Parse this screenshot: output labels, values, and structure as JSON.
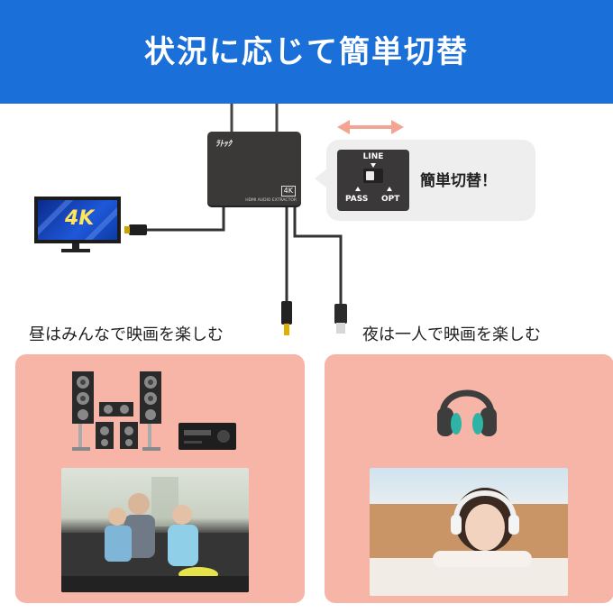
{
  "banner": {
    "title": "状況に応じて簡単切替"
  },
  "device": {
    "logo": "ﾗﾄｯｸ",
    "badge": "4K",
    "label": "HDMI AUDIO EXTRACTOR"
  },
  "switch": {
    "line": "LINE",
    "pass": "PASS",
    "opt": "OPT"
  },
  "bubble": {
    "text": "簡単切替！"
  },
  "monitor": {
    "screen_text": "4K"
  },
  "sections": {
    "left": "昼はみんなで映画を楽しむ",
    "right": "夜は一人で映画を楽しむ"
  },
  "colors": {
    "banner": "#1a6fd8",
    "card": "#f7b5a8",
    "arrow": "#f2a593",
    "device": "#3b3838",
    "cable_optical_tip": "#e0b000"
  }
}
